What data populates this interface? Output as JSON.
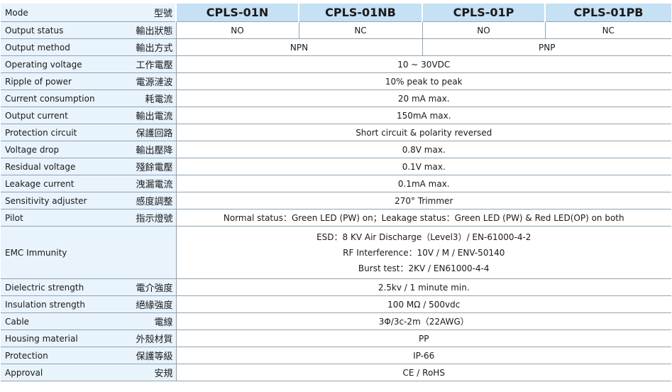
{
  "header": {
    "label_en": "Mode",
    "label_zh": "型號",
    "models": [
      "CPLS-01N",
      "CPLS-01NB",
      "CPLS-01P",
      "CPLS-01PB"
    ]
  },
  "output_status": {
    "en": "Output status",
    "zh": "輸出狀態",
    "values": [
      "NO",
      "NC",
      "NO",
      "NC"
    ]
  },
  "output_method": {
    "en": "Output method",
    "zh": "輸出方式",
    "values": [
      "NPN",
      "PNP"
    ]
  },
  "rows": [
    {
      "en": "Operating voltage",
      "zh": "工作電壓",
      "value": "10 ~ 30VDC"
    },
    {
      "en": "Ripple of power",
      "zh": "電源漣波",
      "value": "10% peak to peak"
    },
    {
      "en": "Current consumption",
      "zh": "耗電流",
      "value": "20 mA max."
    },
    {
      "en": "Output current",
      "zh": "輸出電流",
      "value": "150mA max."
    },
    {
      "en": "Protection circuit",
      "zh": "保護回路",
      "value": "Short circuit & polarity reversed"
    },
    {
      "en": "Voltage drop",
      "zh": "輸出壓降",
      "value": "0.8V max."
    },
    {
      "en": "Residual voltage",
      "zh": "殘餘電壓",
      "value": "0.1V max."
    },
    {
      "en": "Leakage current",
      "zh": "洩漏電流",
      "value": "0.1mA max."
    },
    {
      "en": "Sensitivity adjuster",
      "zh": "感度調整",
      "value": "270° Trimmer"
    },
    {
      "en": "Pilot",
      "zh": "指示燈號",
      "value": "Normal status：Green LED (PW) on；Leakage status：Green LED (PW) & Red LED(OP) on both"
    }
  ],
  "emc": {
    "en": "EMC Immunity",
    "zh": "",
    "lines": [
      "ESD：8 KV Air Discharge（Level3）/ EN-61000-4-2",
      "RF Interference：10V / M / ENV-50140",
      "Burst test：2KV / EN61000-4-4"
    ]
  },
  "rows2": [
    {
      "en": "Dielectric strength",
      "zh": "電介強度",
      "value": "2.5kv / 1 minute min."
    },
    {
      "en": "Insulation strength",
      "zh": "絕緣強度",
      "value": "100 MΩ / 500vdc"
    },
    {
      "en": "Cable",
      "zh": "電線",
      "value": "3Φ/3c-2m（22AWG）"
    },
    {
      "en": "Housing material",
      "zh": "外殼材質",
      "value": "PP"
    },
    {
      "en": "Protection",
      "zh": "保護等級",
      "value": "IP-66"
    },
    {
      "en": "Approval",
      "zh": "安規",
      "value": "CE / RoHS"
    }
  ]
}
